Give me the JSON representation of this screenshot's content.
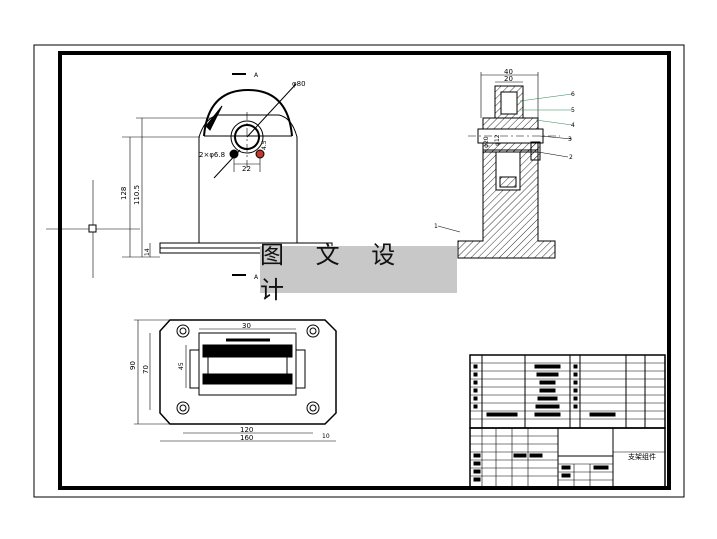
{
  "watermark": {
    "text": "图 文 设 计",
    "bg": "#c8c8c8"
  },
  "colors": {
    "line": "#000000",
    "leader_green": "#2e8b57",
    "hole_red": "#c0392b"
  },
  "front_view": {
    "section_marks": [
      "A",
      "A"
    ],
    "dims": {
      "top_dia": "φ80",
      "holes": "2×φ6.8",
      "hole_spacing": "22",
      "hole_offset": "4.5",
      "height": "128",
      "mid_height": "110.5",
      "base": "14"
    }
  },
  "side_view": {
    "dims": {
      "top_width": "40",
      "inner_width": "20",
      "pin_dia": "φ20",
      "bore": "φ12"
    },
    "balloons": [
      "1",
      "2",
      "3",
      "4",
      "5",
      "6"
    ]
  },
  "top_view": {
    "dims": {
      "inner_width": "30",
      "slot": "45",
      "height_outer": "90",
      "height_inner": "70",
      "hole_span": "120",
      "overall_len": "160",
      "edge": "10"
    }
  },
  "title_block": {
    "part_name": "支架组件"
  }
}
